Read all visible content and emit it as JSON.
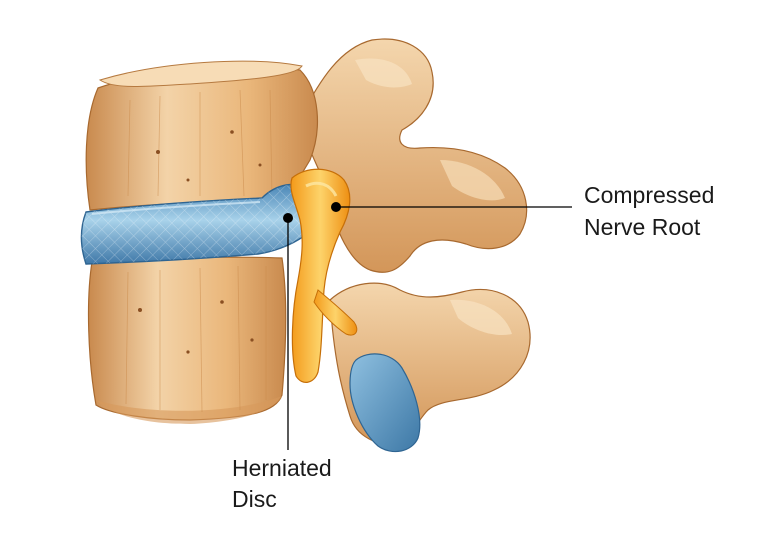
{
  "labels": {
    "nerve_line1": "Compressed",
    "nerve_line2": "Nerve Root",
    "disc_line1": "Herniated",
    "disc_line2": "Disc"
  },
  "colors": {
    "bone": "#e9b77c",
    "bone_light": "#f6dcb6",
    "bone_shadow": "#b97c43",
    "disc": "#5c99c6",
    "disc_light": "#9fcbe6",
    "nerve": "#f5a623",
    "nerve_light": "#fccb5c",
    "leader": "#000000"
  }
}
